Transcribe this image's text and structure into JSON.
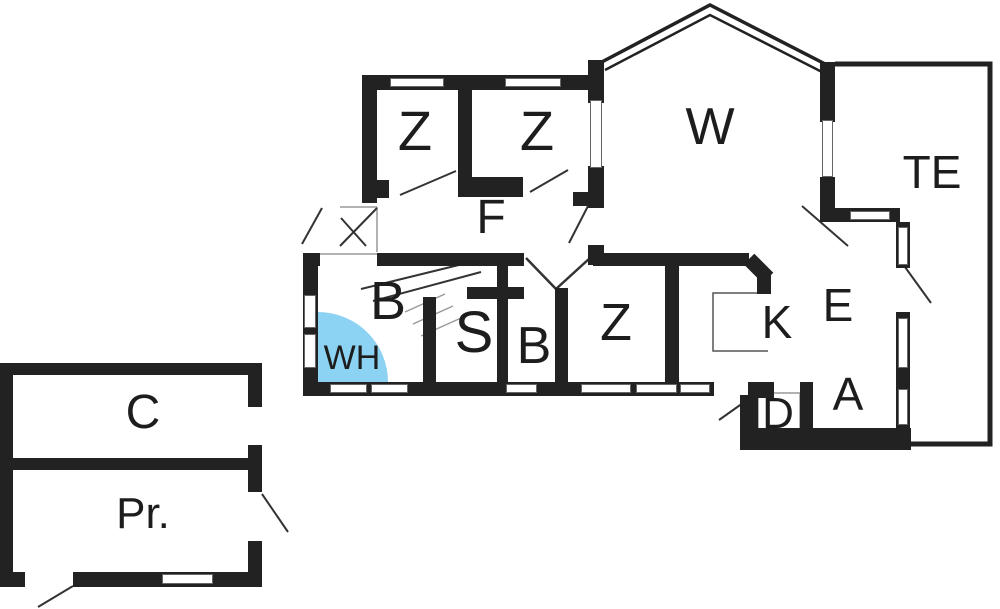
{
  "colors": {
    "wall": "#222222",
    "whirlpool_blue": "#8CD2F2",
    "door_line": "#333333",
    "thin_line": "#999999"
  },
  "rooms": {
    "z1": "Z",
    "z2": "Z",
    "w": "W",
    "te": "TE",
    "f": "F",
    "b1": "B",
    "wh": "WH",
    "s": "S",
    "b2": "B",
    "z3": "Z",
    "k": "K",
    "e": "E",
    "a": "A",
    "d": "D",
    "c": "C",
    "pr": "Pr."
  }
}
